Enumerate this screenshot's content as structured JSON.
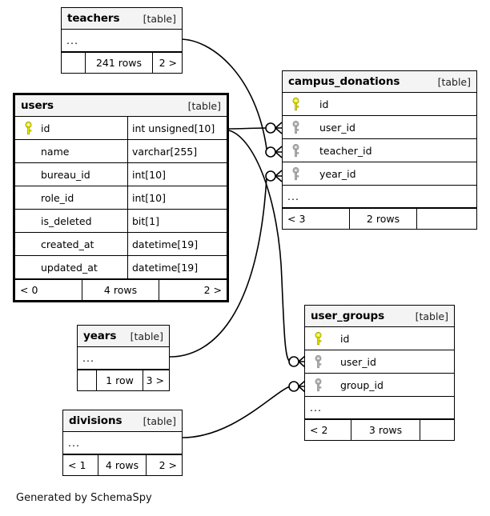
{
  "diagram": {
    "generator_credit": "Generated by SchemaSpy",
    "kind_label": "[table]",
    "ellipsis": "...",
    "colors": {
      "primary_key": "#eded00",
      "foreign_key": "#b0b0b0",
      "header_background": "#f4f4f4",
      "border": "#000000",
      "edge": "#000000",
      "background": "#ffffff"
    }
  },
  "tables": {
    "teachers": {
      "name": "teachers",
      "kind": "[table]",
      "columns": [],
      "has_ellipsis": true,
      "footer": {
        "left": "",
        "middle": "241 rows",
        "right": "2 >"
      }
    },
    "users": {
      "name": "users",
      "kind": "[table]",
      "emphasized": true,
      "columns": [
        {
          "key": "primary",
          "name": "id",
          "type": "int unsigned[10]"
        },
        {
          "key": "none",
          "name": "name",
          "type": "varchar[255]"
        },
        {
          "key": "none",
          "name": "bureau_id",
          "type": "int[10]"
        },
        {
          "key": "none",
          "name": "role_id",
          "type": "int[10]"
        },
        {
          "key": "none",
          "name": "is_deleted",
          "type": "bit[1]"
        },
        {
          "key": "none",
          "name": "created_at",
          "type": "datetime[19]"
        },
        {
          "key": "none",
          "name": "updated_at",
          "type": "datetime[19]"
        }
      ],
      "has_ellipsis": false,
      "footer": {
        "left": "< 0",
        "middle": "4 rows",
        "right": "2 >"
      }
    },
    "campus_donations": {
      "name": "campus_donations",
      "kind": "[table]",
      "columns": [
        {
          "key": "primary",
          "name": "id",
          "type": ""
        },
        {
          "key": "foreign",
          "name": "user_id",
          "type": ""
        },
        {
          "key": "foreign",
          "name": "teacher_id",
          "type": ""
        },
        {
          "key": "foreign",
          "name": "year_id",
          "type": ""
        }
      ],
      "has_ellipsis": true,
      "footer": {
        "left": "< 3",
        "middle": "2 rows",
        "right": ""
      }
    },
    "user_groups": {
      "name": "user_groups",
      "kind": "[table]",
      "columns": [
        {
          "key": "primary",
          "name": "id",
          "type": ""
        },
        {
          "key": "foreign",
          "name": "user_id",
          "type": ""
        },
        {
          "key": "foreign",
          "name": "group_id",
          "type": ""
        }
      ],
      "has_ellipsis": true,
      "footer": {
        "left": "< 2",
        "middle": "3 rows",
        "right": ""
      }
    },
    "years": {
      "name": "years",
      "kind": "[table]",
      "columns": [],
      "has_ellipsis": true,
      "footer": {
        "left": "",
        "middle": "1 row",
        "right": "3 >"
      }
    },
    "divisions": {
      "name": "divisions",
      "kind": "[table]",
      "columns": [],
      "has_ellipsis": true,
      "footer": {
        "left": "< 1",
        "middle": "4 rows",
        "right": "2 >"
      }
    }
  },
  "relationships": [
    {
      "from": "users.id",
      "to": "campus_donations.user_id",
      "cardinality": "zero-or-many"
    },
    {
      "from": "teachers",
      "to": "campus_donations.teacher_id",
      "cardinality": "zero-or-many"
    },
    {
      "from": "years",
      "to": "campus_donations.year_id",
      "cardinality": "zero-or-many"
    },
    {
      "from": "users.id",
      "to": "user_groups.user_id",
      "cardinality": "zero-or-many"
    },
    {
      "from": "divisions",
      "to": "user_groups.group_id",
      "cardinality": "zero-or-many"
    }
  ]
}
